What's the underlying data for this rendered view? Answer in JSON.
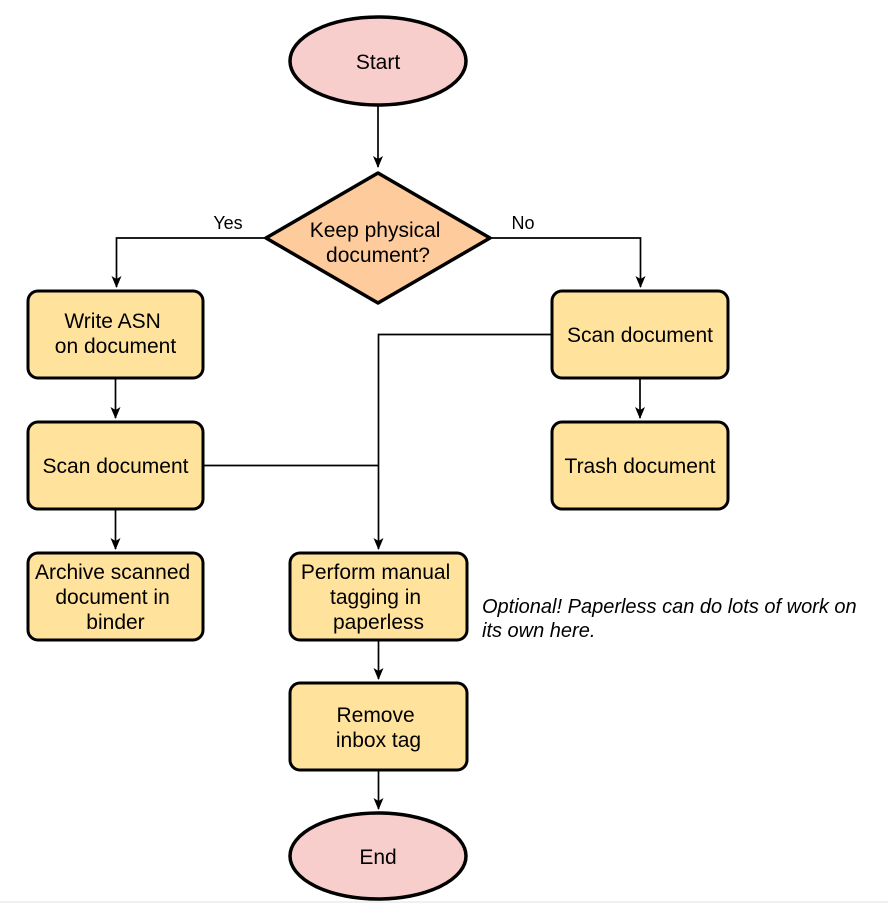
{
  "diagram": {
    "type": "flowchart",
    "colors": {
      "terminator_fill": "#F8CECC",
      "decision_fill": "#FECB9D",
      "process_fill": "#FFE29B",
      "stroke": "#000000",
      "page_border": "#ECECEC"
    },
    "nodes": {
      "start": {
        "shape": "ellipse",
        "label": "Start"
      },
      "decision": {
        "shape": "diamond",
        "line1": "Keep physical",
        "line2": "document?"
      },
      "write_asn": {
        "shape": "process",
        "line1": "Write ASN",
        "line2": "on document"
      },
      "scan_left": {
        "shape": "process",
        "line1": "Scan document"
      },
      "archive": {
        "shape": "process",
        "line1": "Archive scanned",
        "line2": "document in",
        "line3": "binder"
      },
      "scan_right": {
        "shape": "process",
        "line1": "Scan document"
      },
      "trash": {
        "shape": "process",
        "line1": "Trash document"
      },
      "tagging": {
        "shape": "process",
        "line1": "Perform manual",
        "line2": "tagging in",
        "line3": "paperless"
      },
      "remove_inbox": {
        "shape": "process",
        "line1": "Remove",
        "line2": "inbox tag"
      },
      "end": {
        "shape": "ellipse",
        "label": "End"
      }
    },
    "edge_labels": {
      "yes": "Yes",
      "no": "No"
    },
    "note": {
      "line1": "Optional! Paperless can do lots of work on",
      "line2": "its own here."
    }
  }
}
